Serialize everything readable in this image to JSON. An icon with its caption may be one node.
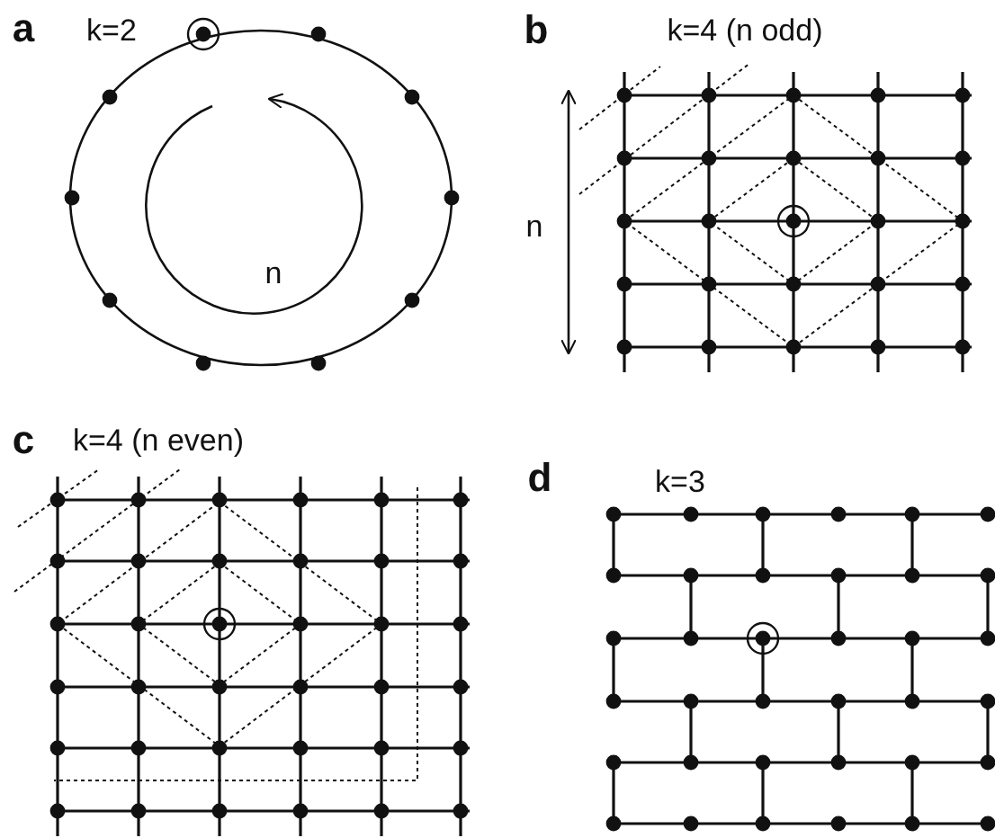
{
  "diagram": {
    "labels": [
      "a",
      "k=2",
      "n",
      "b",
      "k=4 (n odd)",
      "n",
      "c",
      "k=4 (n even)",
      "d",
      "k=3"
    ]
  }
}
